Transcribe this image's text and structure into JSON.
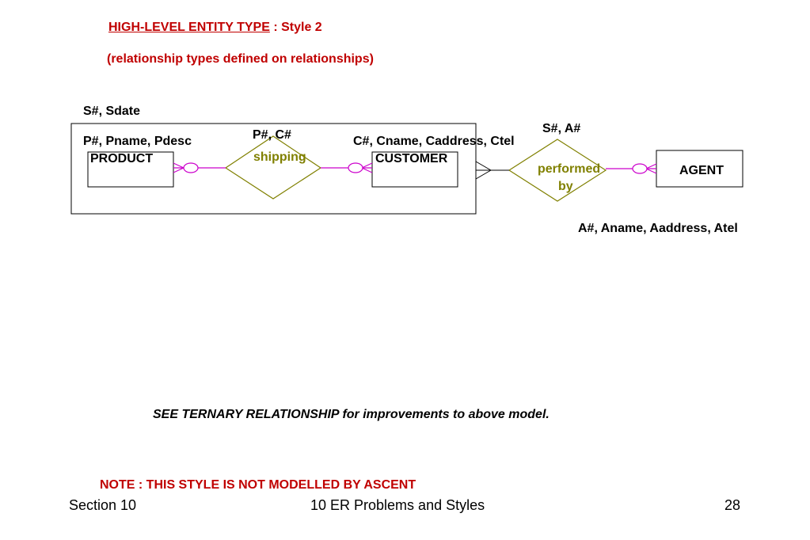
{
  "colors": {
    "title": "#c00000",
    "relationship": "#808000",
    "connector": "#cc00cc",
    "text": "#000000"
  },
  "header": {
    "title_main": "HIGH-LEVEL ENTITY TYPE",
    "title_suffix": " : Style 2",
    "subtitle": "(relationship types defined on relationships)"
  },
  "diagram": {
    "high_level_entity_key": "S#, Sdate",
    "entities": {
      "product": {
        "label": "PRODUCT",
        "attributes": "P#, Pname, Pdesc"
      },
      "customer": {
        "label": "CUSTOMER",
        "attributes": "C#, Cname, Caddress, Ctel"
      },
      "agent": {
        "label": "AGENT",
        "attributes": "A#, Aname, Aaddress, Atel"
      }
    },
    "relationships": {
      "shipping": {
        "label": "shipping",
        "key": "P#, C#"
      },
      "performed_by": {
        "label_line1": "performed",
        "label_line2": "by",
        "key": "S#, A#"
      }
    }
  },
  "notes": {
    "ternary": "SEE TERNARY RELATIONSHIP for improvements to above model.",
    "ascent": "NOTE : THIS STYLE IS NOT MODELLED BY ASCENT"
  },
  "footer": {
    "left": "Section 10",
    "center": "10  ER Problems and Styles",
    "right": "28"
  }
}
